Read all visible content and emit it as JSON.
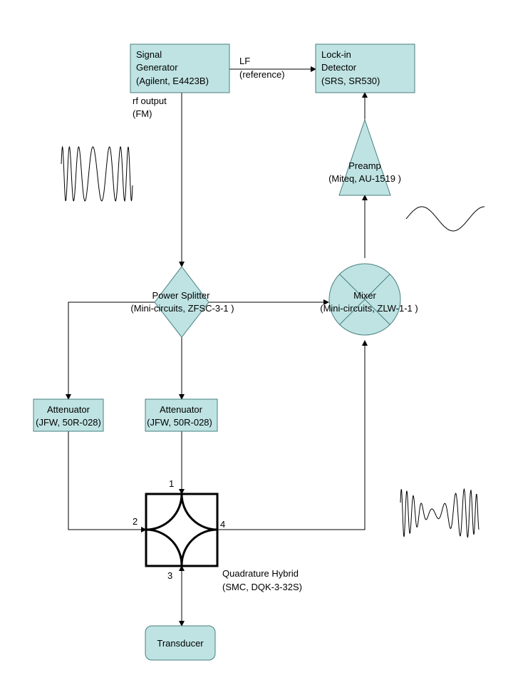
{
  "signal_generator": {
    "line1": "Signal",
    "line2": "Generator",
    "line3": "(Agilent, E4423B)"
  },
  "lockin": {
    "line1": "Lock-in",
    "line2": "Detector",
    "line3": "(SRS, SR530)"
  },
  "lf_label": {
    "line1": "LF",
    "line2": "(reference)"
  },
  "rf_label": {
    "line1": "rf output",
    "line2": "(FM)"
  },
  "preamp": {
    "line1": "Preamp",
    "line2": "(Miteq, AU-1519 )"
  },
  "splitter": {
    "line1": "Power Splitter",
    "line2": "(Mini-circuits, ZFSC-3-1 )"
  },
  "mixer": {
    "line1": "Mixer",
    "line2": "(Mini-circuits, ZLW-1-1 )"
  },
  "attenuator_left": {
    "line1": "Attenuator",
    "line2": "(JFW, 50R-028)"
  },
  "attenuator_right": {
    "line1": "Attenuator",
    "line2": "(JFW, 50R-028)"
  },
  "hybrid": {
    "line1": "Quadrature Hybrid",
    "line2": "(SMC, DQK-3-32S)",
    "ports": [
      "1",
      "2",
      "3",
      "4"
    ]
  },
  "transducer": {
    "label": "Transducer"
  },
  "colors": {
    "box_fill": "#bfe3e3",
    "box_stroke": "#4a7f7f",
    "wire": "#000000"
  }
}
